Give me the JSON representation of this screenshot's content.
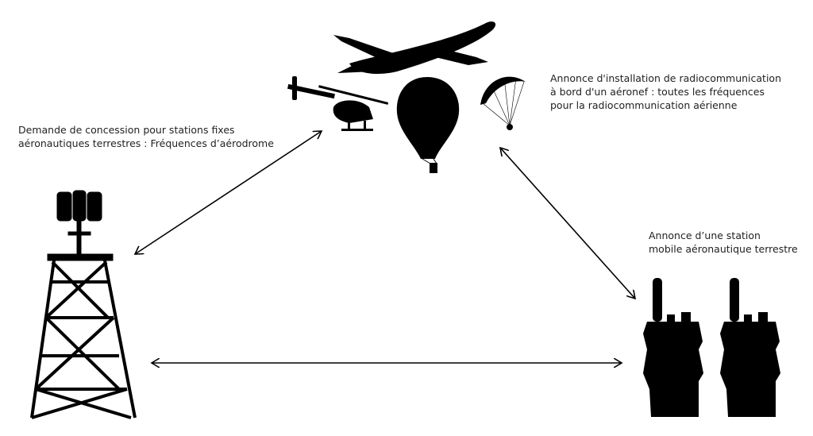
{
  "labels": {
    "fixed_station": "Demande de concession pour stations fixes\naéronautiques terrestres : Fréquences d’aérodrome",
    "aircraft_station": "Annonce d'installation de radiocommunication\nà bord d'un aéronef : toutes les fréquences\npour la radiocommunication aérienne",
    "mobile_station": "Annonce d’une station\nmobile aéronautique terrestre"
  },
  "icons": [
    "radio-tower-icon",
    "airplane-icon",
    "helicopter-icon",
    "hot-air-balloon-icon",
    "paraglider-icon",
    "walkie-talkie-icon",
    "double-arrow-icon"
  ],
  "colors": {
    "silhouette": "#000000",
    "text": "#222222",
    "background": "#ffffff"
  }
}
